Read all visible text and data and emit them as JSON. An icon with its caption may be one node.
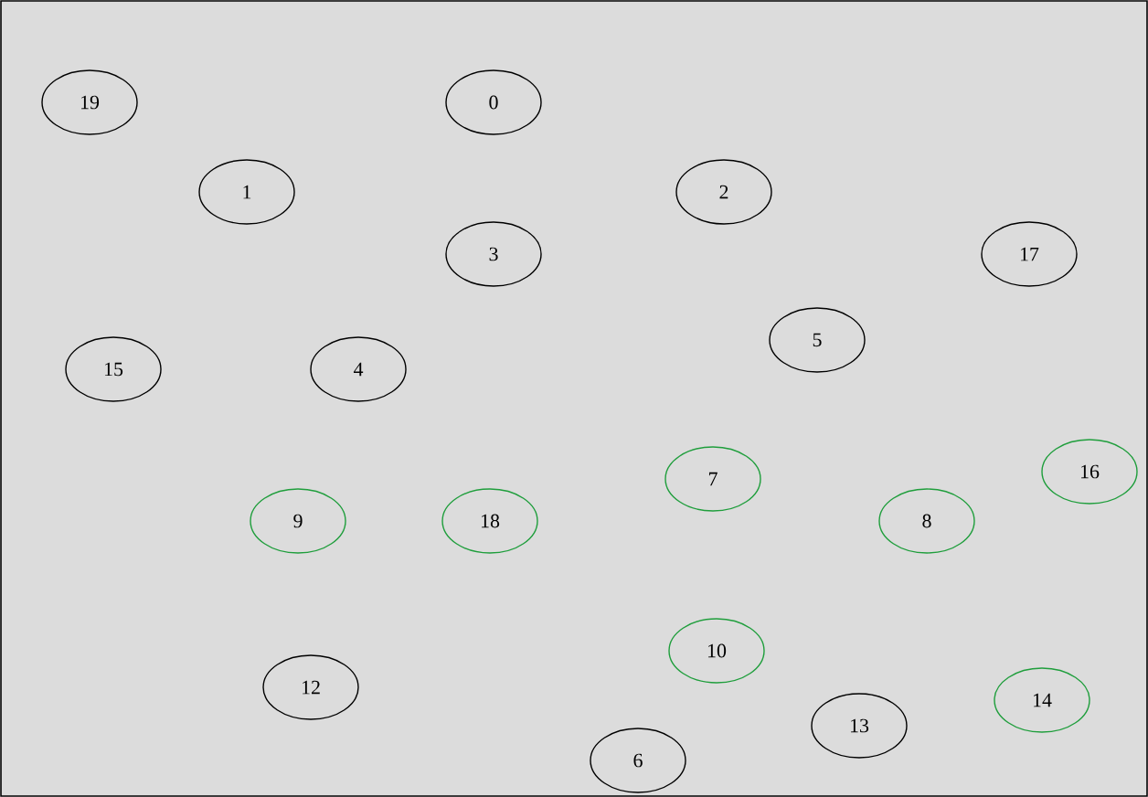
{
  "diagram": {
    "nodes": [
      {
        "text": [
          "19"
        ]
      },
      {
        "text": [
          "0"
        ]
      },
      {
        "text": [
          "1"
        ]
      },
      {
        "text": [
          "2"
        ]
      },
      {
        "text": [
          "3"
        ]
      },
      {
        "text": [
          "17"
        ]
      },
      {
        "text": [
          "5"
        ]
      },
      {
        "text": [
          "15"
        ]
      },
      {
        "text": [
          "4"
        ]
      },
      {
        "text": [
          "16"
        ]
      },
      {
        "text": [
          "7"
        ]
      },
      {
        "text": [
          "9"
        ]
      },
      {
        "text": [
          "18"
        ]
      },
      {
        "text": [
          "8"
        ]
      },
      {
        "text": [
          "10"
        ]
      },
      {
        "text": [
          "14"
        ]
      },
      {
        "text": [
          "12"
        ]
      },
      {
        "text": [
          "13"
        ]
      },
      {
        "text": [
          "6"
        ]
      }
    ]
  }
}
